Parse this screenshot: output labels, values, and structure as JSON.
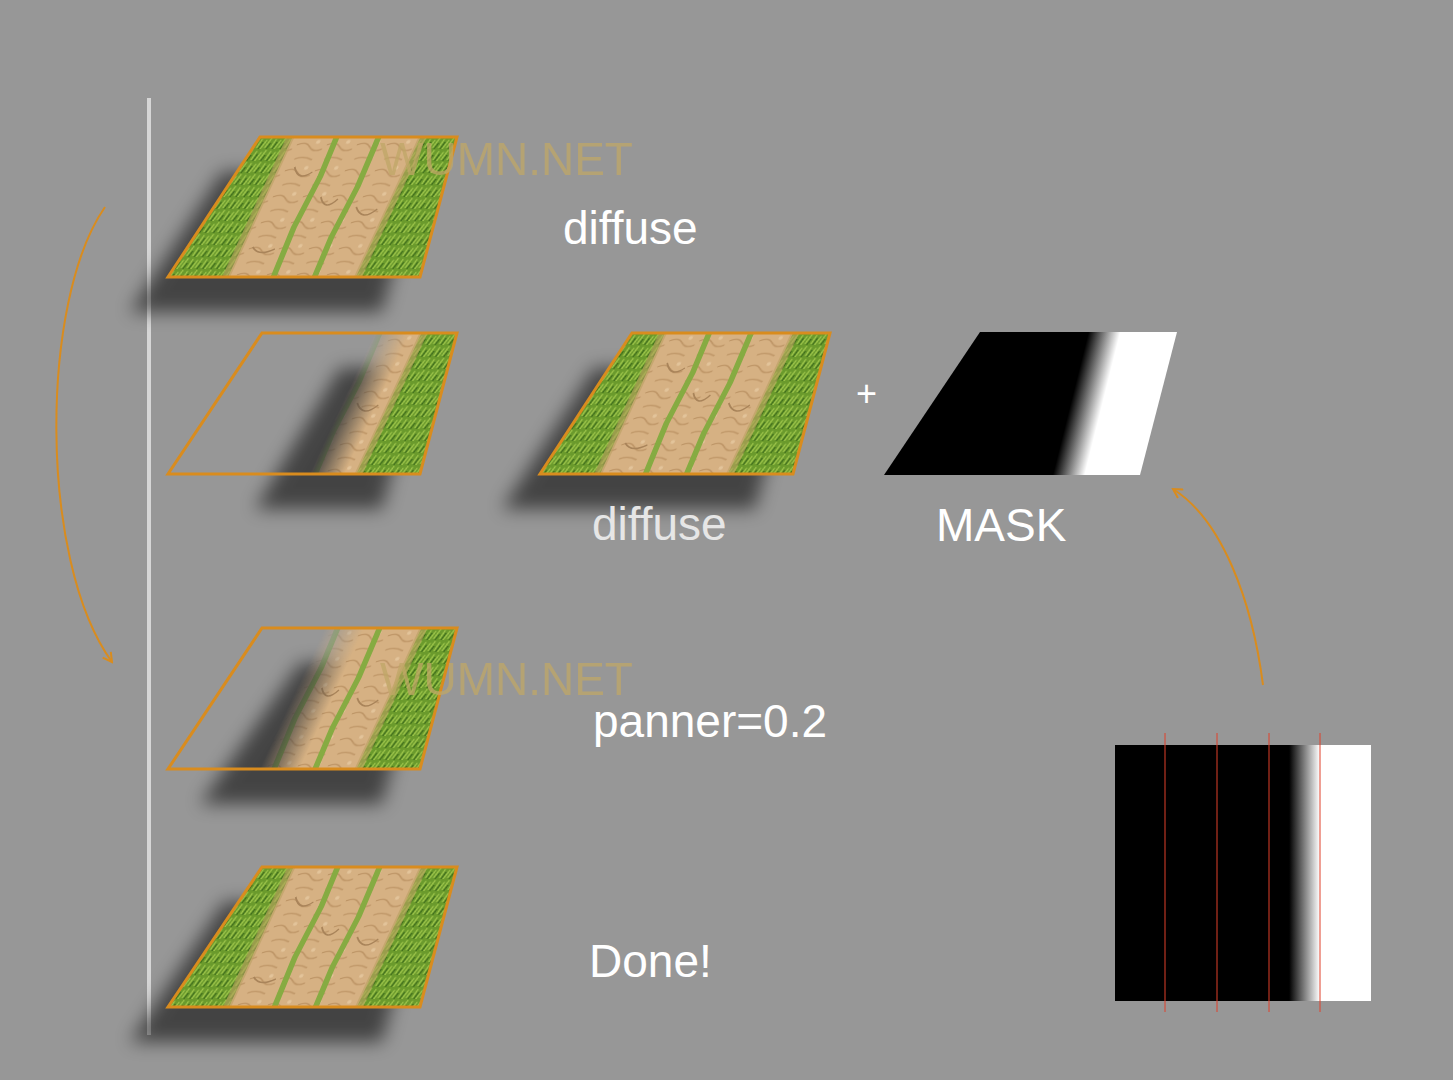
{
  "diagram": {
    "labels": [
      "WUMN.NET",
      "diffuse",
      "+",
      "diffuse",
      "MASK",
      "WUMN.NET",
      "panner=0.2",
      "Done!"
    ]
  }
}
